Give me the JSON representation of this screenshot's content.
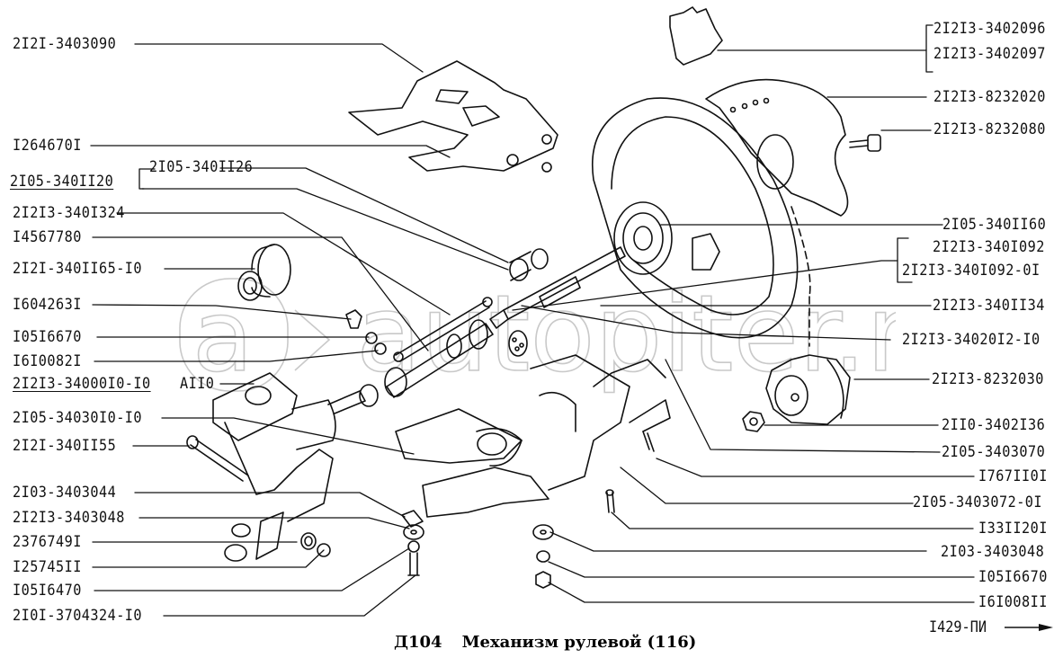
{
  "diagram": {
    "title_code": "Д104",
    "title": "Механизм рулевой (116)",
    "page_ref": "I429-ПИ",
    "page_ref_icon": "arrow-right-icon",
    "watermark": "autopiter.ru",
    "watermark_icon": "autopiter-logo-icon",
    "line_color": "#111111",
    "background": "#ffffff"
  },
  "labels_left": [
    {
      "part": "2I2I-3403090"
    },
    {
      "part": "I264670I"
    },
    {
      "part": "2I05-340II20",
      "underlined": true
    },
    {
      "part": "2I05-340II26",
      "group": "2I05-340II20"
    },
    {
      "part": "2I2I3-340I324"
    },
    {
      "part": "I4567780"
    },
    {
      "part": "2I2I-340II65-I0"
    },
    {
      "part": "I604263I"
    },
    {
      "part": "I05I6670"
    },
    {
      "part": "I6I0082I"
    },
    {
      "part": "2I2I3-34000I0-I0",
      "underlined": true,
      "suffix": "AII0"
    },
    {
      "part": "2I05-34030I0-I0"
    },
    {
      "part": "2I2I-340II55"
    },
    {
      "part": "2I03-3403044"
    },
    {
      "part": "2I2I3-3403048"
    },
    {
      "part": "2376749I"
    },
    {
      "part": "I25745II"
    },
    {
      "part": "I05I6470"
    },
    {
      "part": "2I0I-3704324-I0"
    }
  ],
  "labels_right": [
    {
      "part": "2I2I3-3402096",
      "group": "bracket-1"
    },
    {
      "part": "2I2I3-3402097",
      "group": "bracket-1"
    },
    {
      "part": "2I2I3-8232020"
    },
    {
      "part": "2I2I3-8232080"
    },
    {
      "part": "2I05-340II60"
    },
    {
      "part": "2I2I3-340I092",
      "group": "bracket-2"
    },
    {
      "part": "2I2I3-340I092-0I",
      "group": "bracket-2"
    },
    {
      "part": "2I2I3-340II34"
    },
    {
      "part": "2I2I3-34020I2-I0"
    },
    {
      "part": "2I2I3-8232030"
    },
    {
      "part": "2II0-3402I36"
    },
    {
      "part": "2I05-3403070"
    },
    {
      "part": "I767II0I"
    },
    {
      "part": "2I05-3403072-0I"
    },
    {
      "part": "I33II20I"
    },
    {
      "part": "2I03-3403048"
    },
    {
      "part": "I05I6670"
    },
    {
      "part": "I6I008II"
    }
  ],
  "parts_drawn": [
    "heat-shield",
    "clip",
    "steering-wheel-cover",
    "screw",
    "steering-wheel",
    "horn-button",
    "bushing",
    "upper-shaft",
    "intermediate-shaft",
    "universal-joint",
    "steering-gear",
    "bolt",
    "bracket",
    "column-mount",
    "washer",
    "nut",
    "stud"
  ]
}
